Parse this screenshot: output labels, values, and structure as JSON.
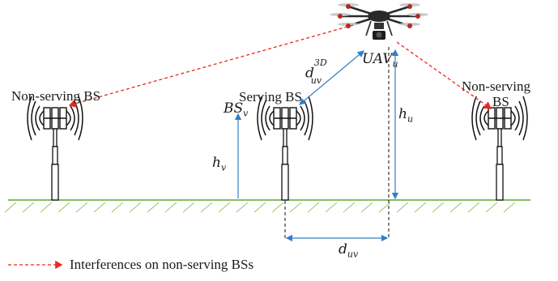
{
  "labels": {
    "left_bs": "Non-serving BS",
    "serving_bs": "Serving BS",
    "right_bs_line1": "Non-serving",
    "right_bs_line2": "BS",
    "bs_v_base": "BS",
    "bs_v_sub": "v",
    "uav_base": "UAV",
    "uav_sub": "u",
    "d3d_base": "d",
    "d3d_sub": "uv",
    "d3d_sup": "3D",
    "h_u_base": "h",
    "h_u_sub": "u",
    "h_v_base": "h",
    "h_v_sub": "v",
    "d_uv_base": "d",
    "d_uv_sub": "uv"
  },
  "legend": {
    "text": "Interferences on non-serving BSs"
  },
  "colors": {
    "interference": "#e8281e",
    "measure": "#2f7fc8",
    "ground": "#5aa832",
    "hatch": "#9bc36a",
    "ink": "#111111",
    "drone_body": "#2a2a2a"
  }
}
